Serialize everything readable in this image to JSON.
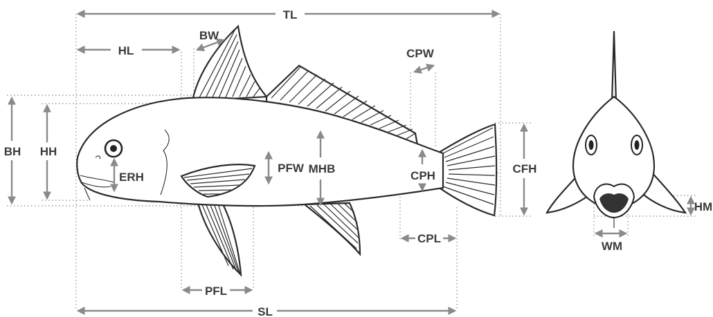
{
  "labels": {
    "tl": "TL",
    "sl": "SL",
    "hl": "HL",
    "bw": "BW",
    "cpw": "CPW",
    "bh": "BH",
    "hh": "HH",
    "erh": "ERH",
    "pfw": "PFW",
    "mhb": "MHB",
    "cph": "CPH",
    "cfh": "CFH",
    "cpl": "CPL",
    "pfl": "PFL",
    "hm": "HM",
    "wm": "WM"
  },
  "colors": {
    "outline": "#2a2a2a",
    "measure": "#8a8a8a",
    "text": "#3a3a3a",
    "mouth": "#333333"
  }
}
